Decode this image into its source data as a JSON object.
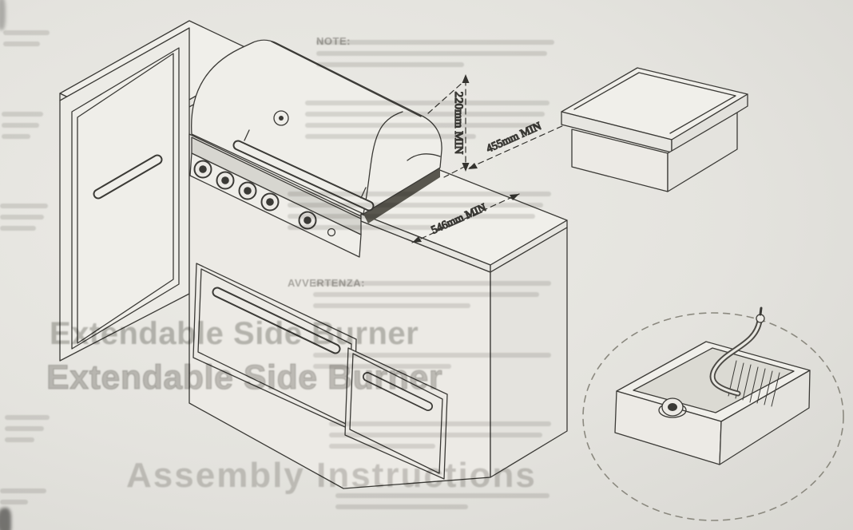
{
  "annotations": {
    "dim_vertical": "220mm MIN",
    "dim_diagonal_upper": "455mm MIN",
    "dim_diagonal_lower": "546mm MIN"
  },
  "ghost_text": {
    "heading_line1": "Extendable Side Burner",
    "heading_line2": "Extendable Side Burner",
    "heading_line3": "Assembly Instructions",
    "note_lead": "NOTE:",
    "warning_lead": "AVVERTENZA:"
  }
}
